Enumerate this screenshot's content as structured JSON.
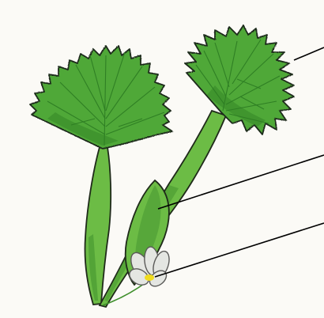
{
  "illustration": {
    "subject": "plant",
    "colors": {
      "background": "#fbfaf6",
      "leaf_fill": "#4fa838",
      "leaf_shade": "#2f7f24",
      "petiole_fill": "#6cbc45",
      "petiole_shade": "#3f8f2c",
      "outline": "#1f2a1a",
      "flower_petal": "#e4e6e2",
      "flower_outline": "#5a5a58",
      "flower_center": "#f0dc20",
      "leader_line": "#000000"
    },
    "parts": [
      "leaf-blade",
      "petiole",
      "flower"
    ]
  }
}
